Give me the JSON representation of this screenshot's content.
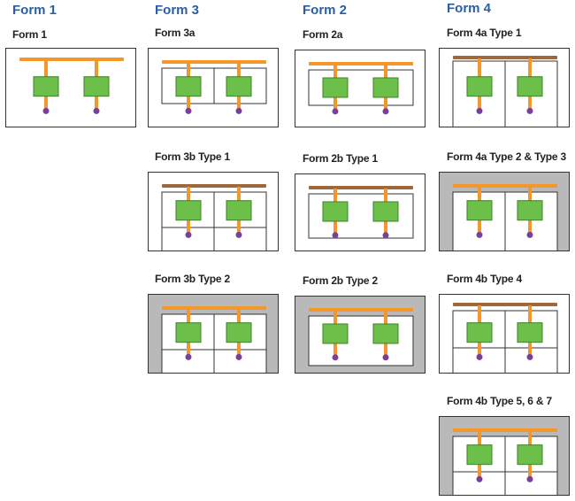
{
  "columns": [
    {
      "id": "form1",
      "title": "Form 1"
    },
    {
      "id": "form3",
      "title": "Form 3"
    },
    {
      "id": "form2",
      "title": "Form 2"
    },
    {
      "id": "form4",
      "title": "Form 4"
    }
  ],
  "diagrams": [
    {
      "id": "f1",
      "caption": "Form 1",
      "busbar": "orange",
      "variant": "f1"
    },
    {
      "id": "f3a",
      "caption": "Form 3a",
      "busbar": "orange",
      "variant": "f3a"
    },
    {
      "id": "f2a",
      "caption": "Form 2a",
      "busbar": "orange",
      "variant": "f2a"
    },
    {
      "id": "f4a1",
      "caption": "Form 4a Type 1",
      "busbar": "brown",
      "variant": "f4a1"
    },
    {
      "id": "f3b1",
      "caption": "Form 3b Type 1",
      "busbar": "brown",
      "variant": "f3b1"
    },
    {
      "id": "f2b1",
      "caption": "Form 2b Type 1",
      "busbar": "brown",
      "variant": "f2b1"
    },
    {
      "id": "f4a23",
      "caption": "Form 4a Type 2 & Type 3",
      "busbar": "orange",
      "variant": "f4a23"
    },
    {
      "id": "f3b2",
      "caption": "Form 3b Type 2",
      "busbar": "orange",
      "variant": "f3b2"
    },
    {
      "id": "f2b2",
      "caption": "Form 2b Type 2",
      "busbar": "orange",
      "variant": "f2b2"
    },
    {
      "id": "f4b4",
      "caption": "Form 4b Type 4",
      "busbar": "brown",
      "variant": "f4b4"
    },
    {
      "id": "f4b567",
      "caption": "Form 4b Type 5, 6 & 7",
      "busbar": "orange",
      "variant": "f4b567"
    }
  ],
  "colors": {
    "heading": "#2a5ea8",
    "orange": "#f5962a",
    "brown": "#a0683a",
    "device": "#6cc04a",
    "terminal": "#7a3f99",
    "shade": "#b9b9b9",
    "line": "#333333"
  }
}
